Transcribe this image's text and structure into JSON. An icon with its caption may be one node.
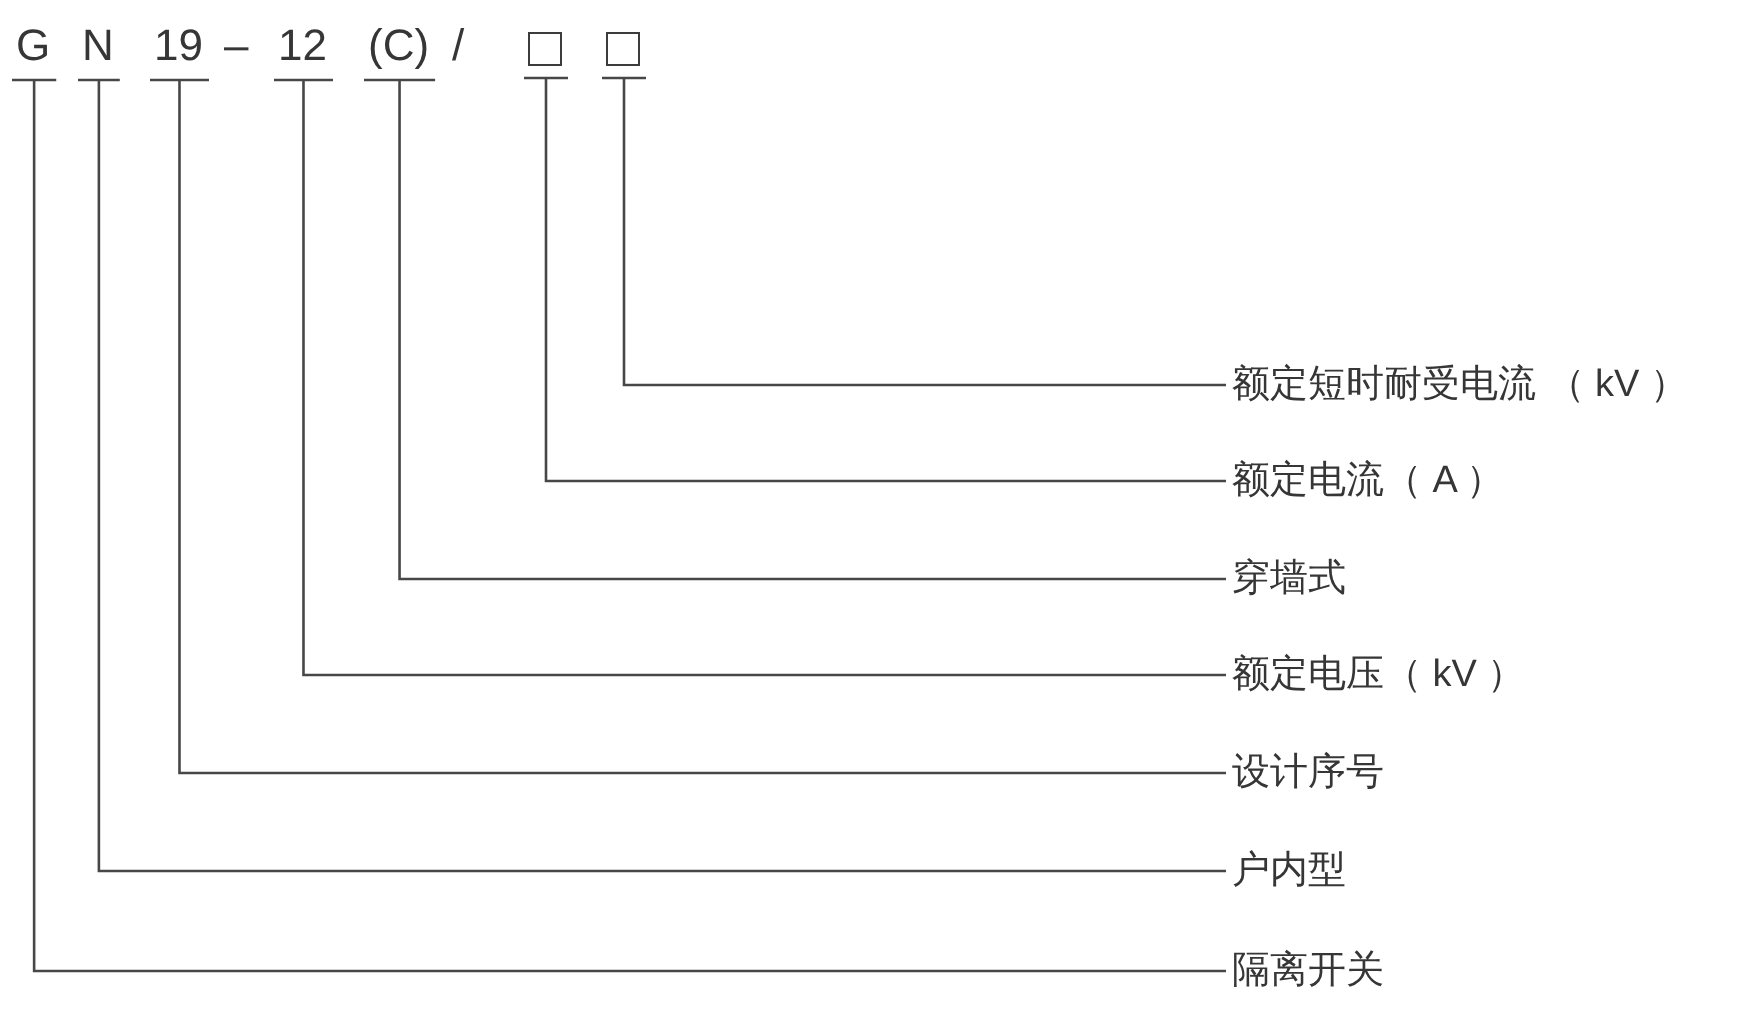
{
  "diagram": {
    "nodes": [
      {
        "text": [
          "G"
        ]
      },
      {
        "text": [
          "N"
        ]
      },
      {
        "text": [
          "19"
        ]
      },
      {
        "text": [
          "12"
        ]
      },
      {
        "text": [
          "(C)"
        ]
      },
      {
        "text": [],
        "shape": "box"
      },
      {
        "text": [],
        "shape": "box"
      },
      {
        "text": [
          "额定短时耐受电流 （ kV ）"
        ]
      },
      {
        "text": [
          "额定电流（ A ）"
        ]
      },
      {
        "text": [
          "穿墙式"
        ]
      },
      {
        "text": [
          "额定电压（ kV ）"
        ]
      },
      {
        "text": [
          "设计序号"
        ]
      },
      {
        "text": [
          "户内型"
        ]
      },
      {
        "text": [
          "隔离开关"
        ]
      }
    ],
    "edges": [
      {
        "from": 6,
        "to": 7,
        "arrow": "none"
      },
      {
        "from": 5,
        "to": 8,
        "arrow": "none"
      },
      {
        "from": 4,
        "to": 9,
        "arrow": "none"
      },
      {
        "from": 3,
        "to": 10,
        "arrow": "none"
      },
      {
        "from": 2,
        "to": 11,
        "arrow": "none"
      },
      {
        "from": 1,
        "to": 12,
        "arrow": "none"
      },
      {
        "from": 0,
        "to": 13,
        "arrow": "none"
      }
    ],
    "labels": [
      "–",
      "/"
    ]
  }
}
